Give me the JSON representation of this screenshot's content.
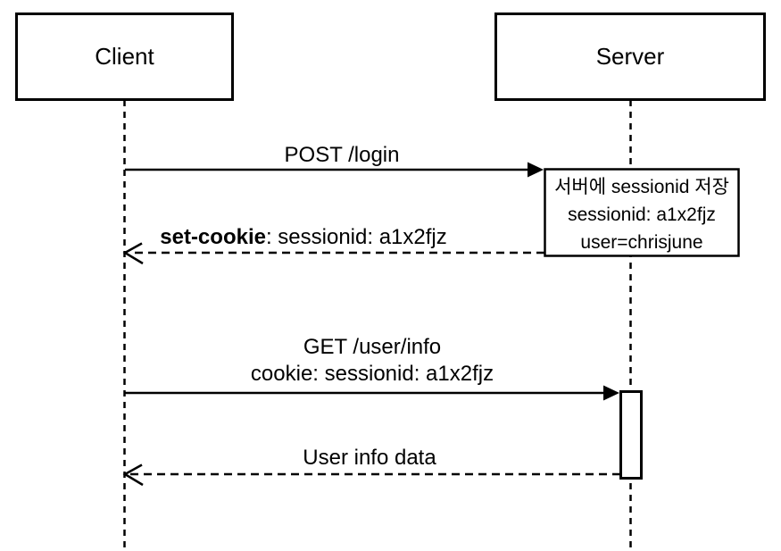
{
  "diagram": {
    "type": "sequence-diagram",
    "background_color": "#ffffff",
    "line_color": "#000000",
    "actors": [
      {
        "id": "client",
        "label": "Client"
      },
      {
        "id": "server",
        "label": "Server"
      }
    ],
    "messages": [
      {
        "label": "POST /login",
        "from": "client",
        "to": "server",
        "line_style": "solid",
        "arrowhead": "filled"
      },
      {
        "label_bold": "set-cookie",
        "label_rest": ": sessionid: a1x2fjz",
        "from": "server",
        "to": "client",
        "line_style": "dashed",
        "arrowhead": "open"
      },
      {
        "label_line1": "GET /user/info",
        "label_line2": "cookie: sessionid: a1x2fjz",
        "from": "client",
        "to": "server",
        "line_style": "solid",
        "arrowhead": "filled"
      },
      {
        "label": "User info data",
        "from": "server",
        "to": "client",
        "line_style": "dashed",
        "arrowhead": "open"
      }
    ],
    "note": {
      "attached_to": "server",
      "line1": "서버에 sessionid 저장",
      "line2": "sessionid: a1x2fjz",
      "line3": "user=chrisjune"
    }
  }
}
